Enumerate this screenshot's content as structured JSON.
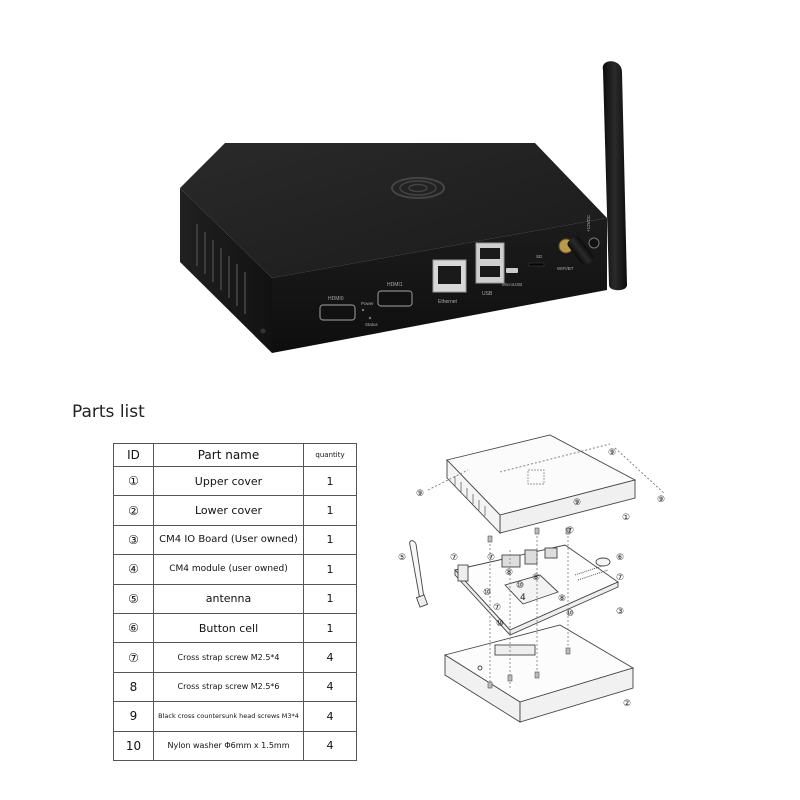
{
  "photo": {
    "port_labels": {
      "hdmi0": "HDMI0",
      "hdmi1": "HDMI1",
      "power": "Power",
      "status": "Status",
      "ethernet": "Ethernet",
      "usb": "USB",
      "microusb": "MicroUSB",
      "sd": "SD",
      "wifi_bt": "WIFI/BT",
      "dc": "+12VDC"
    }
  },
  "parts_list": {
    "title": "Parts list",
    "headers": {
      "id": "ID",
      "name": "Part name",
      "quantity": "quantity"
    },
    "rows": [
      {
        "id": "①",
        "name": "Upper cover",
        "qty": "1"
      },
      {
        "id": "②",
        "name": "Lower cover",
        "qty": "1"
      },
      {
        "id": "③",
        "name": "CM4 IO Board (User owned)",
        "qty": "1"
      },
      {
        "id": "④",
        "name": "CM4 module (user owned)",
        "qty": "1"
      },
      {
        "id": "⑤",
        "name": "antenna",
        "qty": "1"
      },
      {
        "id": "⑥",
        "name": "Button cell",
        "qty": "1"
      },
      {
        "id": "⑦",
        "name": "Cross strap screw M2.5*4",
        "qty": "4"
      },
      {
        "id": "8",
        "name": "Cross strap screw M2.5*6",
        "qty": "4"
      },
      {
        "id": "9",
        "name": "Black cross countersunk head screws M3*4",
        "qty": "4"
      },
      {
        "id": "10",
        "name": "Nylon washer Φ6mm x 1.5mm",
        "qty": "4"
      }
    ]
  },
  "diagram": {
    "callouts": {
      "c1": "①",
      "c2": "②",
      "c3": "③",
      "c4": "4",
      "c5": "⑤",
      "c6": "⑥",
      "c7": "⑦",
      "c8": "⑧",
      "c9": "⑨",
      "c10": "⑩"
    }
  }
}
